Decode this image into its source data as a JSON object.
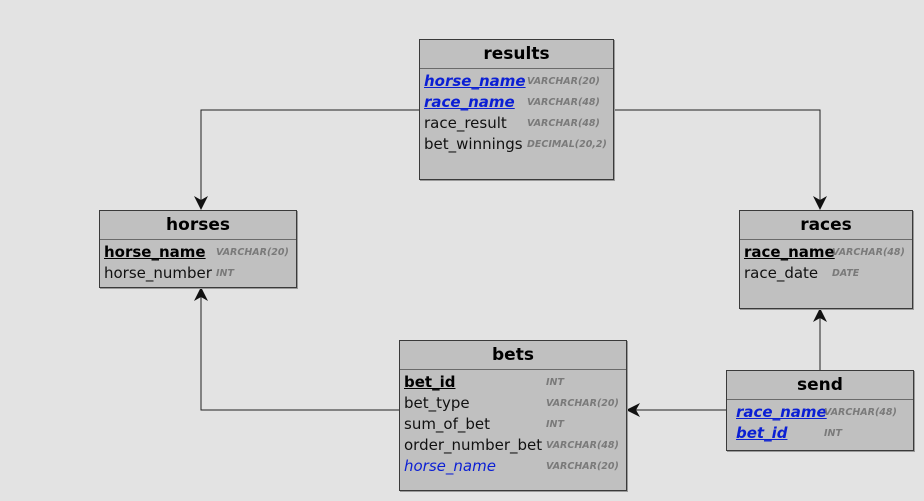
{
  "diagram": {
    "entities": {
      "results": {
        "title": "results",
        "attributes": [
          {
            "name": "horse_name",
            "type": "VARCHAR(20)",
            "pk": true,
            "fk": true
          },
          {
            "name": "race_name",
            "type": "VARCHAR(48)",
            "pk": true,
            "fk": true
          },
          {
            "name": "race_result",
            "type": "VARCHAR(48)",
            "pk": false,
            "fk": false
          },
          {
            "name": "bet_winnings",
            "type": "DECIMAL(20,2)",
            "pk": false,
            "fk": false
          }
        ]
      },
      "horses": {
        "title": "horses",
        "attributes": [
          {
            "name": "horse_name",
            "type": "VARCHAR(20)",
            "pk": true,
            "fk": false
          },
          {
            "name": "horse_number",
            "type": "INT",
            "pk": false,
            "fk": false
          }
        ]
      },
      "races": {
        "title": "races",
        "attributes": [
          {
            "name": "race_name",
            "type": "VARCHAR(48)",
            "pk": true,
            "fk": false
          },
          {
            "name": "race_date",
            "type": "DATE",
            "pk": false,
            "fk": false
          }
        ]
      },
      "bets": {
        "title": "bets",
        "attributes": [
          {
            "name": "bet_id",
            "type": "INT",
            "pk": true,
            "fk": false
          },
          {
            "name": "bet_type",
            "type": "VARCHAR(20)",
            "pk": false,
            "fk": false
          },
          {
            "name": "sum_of_bet",
            "type": "INT",
            "pk": false,
            "fk": false
          },
          {
            "name": "order_number_bet",
            "type": "VARCHAR(48)",
            "pk": false,
            "fk": false
          },
          {
            "name": "horse_name",
            "type": "VARCHAR(20)",
            "pk": false,
            "fk": true
          }
        ]
      },
      "send": {
        "title": "send",
        "attributes": [
          {
            "name": "race_name",
            "type": "VARCHAR(48)",
            "pk": true,
            "fk": true
          },
          {
            "name": "bet_id",
            "type": "INT",
            "pk": true,
            "fk": true
          }
        ]
      }
    },
    "relationships": [
      {
        "from": "results",
        "to": "horses"
      },
      {
        "from": "results",
        "to": "races"
      },
      {
        "from": "bets",
        "to": "horses"
      },
      {
        "from": "send",
        "to": "bets"
      },
      {
        "from": "send",
        "to": "races"
      }
    ]
  }
}
